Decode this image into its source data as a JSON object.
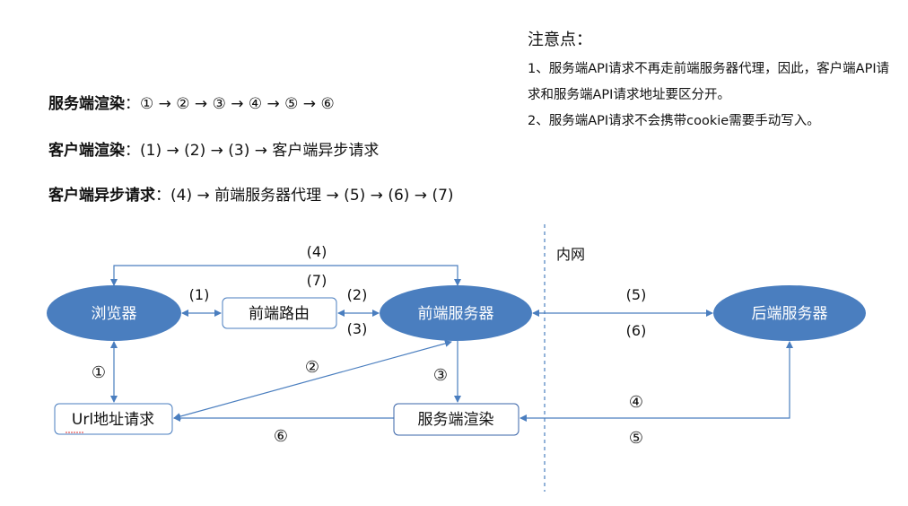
{
  "flows": [
    {
      "label": "服务端渲染",
      "sep": "：",
      "steps": "① → ② → ③ → ④ → ⑤ → ⑥"
    },
    {
      "label": "客户端渲染",
      "sep": "：",
      "steps": "(1) → (2) → (3) → 客户端异步请求"
    },
    {
      "label": "客户端异步请求",
      "sep": "：",
      "steps": "(4) → 前端服务器代理 → (5) → (6) → (7)"
    }
  ],
  "notes": {
    "title": "注意点：",
    "items": [
      "1、服务端API请求不再走前端服务器代理，因此，客户端API请求和服务端API请求地址要区分开。",
      "2、服务端API请求不会携带cookie需要手动写入。"
    ]
  },
  "diagram": {
    "nodes": {
      "browser": "浏览器",
      "frontend_router": "前端路由",
      "frontend_server": "前端服务器",
      "backend_server": "后端服务器",
      "url_request": "Url地址请求",
      "server_render": "服务端渲染"
    },
    "zone_label": "内网",
    "edge_labels": {
      "p4": "(4)",
      "p7": "(7)",
      "p1": "(1)",
      "p2": "(2)",
      "p3": "(3)",
      "p5": "(5)",
      "p6": "(6)",
      "c1": "①",
      "c2": "②",
      "c3": "③",
      "c4": "④",
      "c5": "⑤",
      "c6": "⑥"
    },
    "colors": {
      "ellipse": "#4a7ebf",
      "line": "#4a7ebf",
      "box_border": "#4a7ebf"
    }
  }
}
